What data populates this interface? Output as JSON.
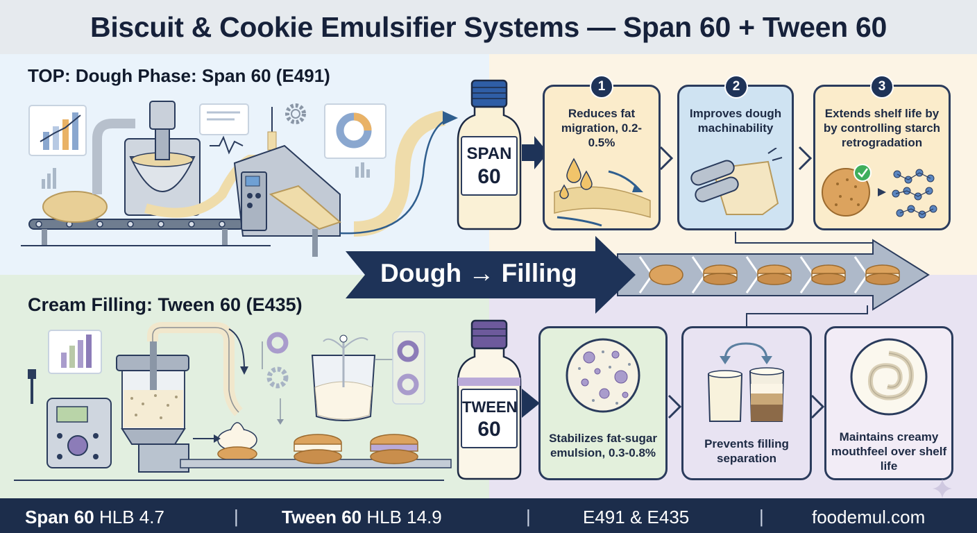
{
  "title": "Biscuit & Cookie Emulsifier Systems — Span 60 + Tween 60",
  "top_section": {
    "heading": "TOP: Dough Phase: Span 60 (E491)",
    "bottle_line1": "SPAN",
    "bottle_line2": "60",
    "steps": [
      {
        "number": "1",
        "text": "Reduces fat migration, 0.2-0.5%"
      },
      {
        "number": "2",
        "text": "Improves dough machinability"
      },
      {
        "number": "3",
        "text": "Extends shelf life by by controlling starch retrogradation"
      }
    ]
  },
  "transition": {
    "label": "Dough → Filling"
  },
  "bottom_section": {
    "heading": "Cream Filling: Tween 60 (E435)",
    "bottle_line1": "TWEEN",
    "bottle_line2": "60",
    "steps": [
      {
        "text": "Stabilizes fat-sugar emulsion, 0.3-0.8%"
      },
      {
        "text": "Prevents filling separation"
      },
      {
        "text": "Maintains creamy mouthfeel over shelf life"
      }
    ]
  },
  "footer": {
    "span_name": "Span 60",
    "span_hlb": "HLB 4.7",
    "tween_name": "Tween 60",
    "tween_hlb": "HLB 14.9",
    "codes": "E491 & E435",
    "site": "foodemul.com",
    "separator": "|"
  },
  "colors": {
    "navy": "#1c2d4b",
    "top_left_bg": "#eaf3fb",
    "top_right_bg": "#fcf4e5",
    "bottom_left_bg": "#e2efe0",
    "bottom_right_bg": "#e8e3f2",
    "span_cap": "#2f5ea6",
    "tween_cap": "#6d5a9c"
  }
}
